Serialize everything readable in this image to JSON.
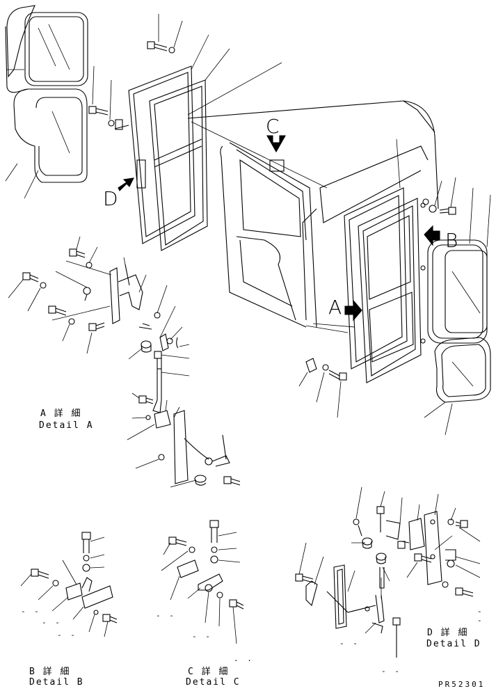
{
  "diagram": {
    "callouts": {
      "a": "A",
      "b": "B",
      "c": "C",
      "d": "D"
    },
    "details": {
      "a": {
        "jp": "A 詳 細",
        "en": "Detail A"
      },
      "b": {
        "jp": "B 詳 細",
        "en": "Detail B"
      },
      "c": {
        "jp": "C 詳 細",
        "en": "Detail C"
      },
      "d": {
        "jp": "D 詳 細",
        "en": "Detail D"
      }
    },
    "part_code": "PR52301",
    "dash_marks": "- -",
    "dot_marks": ". ."
  }
}
